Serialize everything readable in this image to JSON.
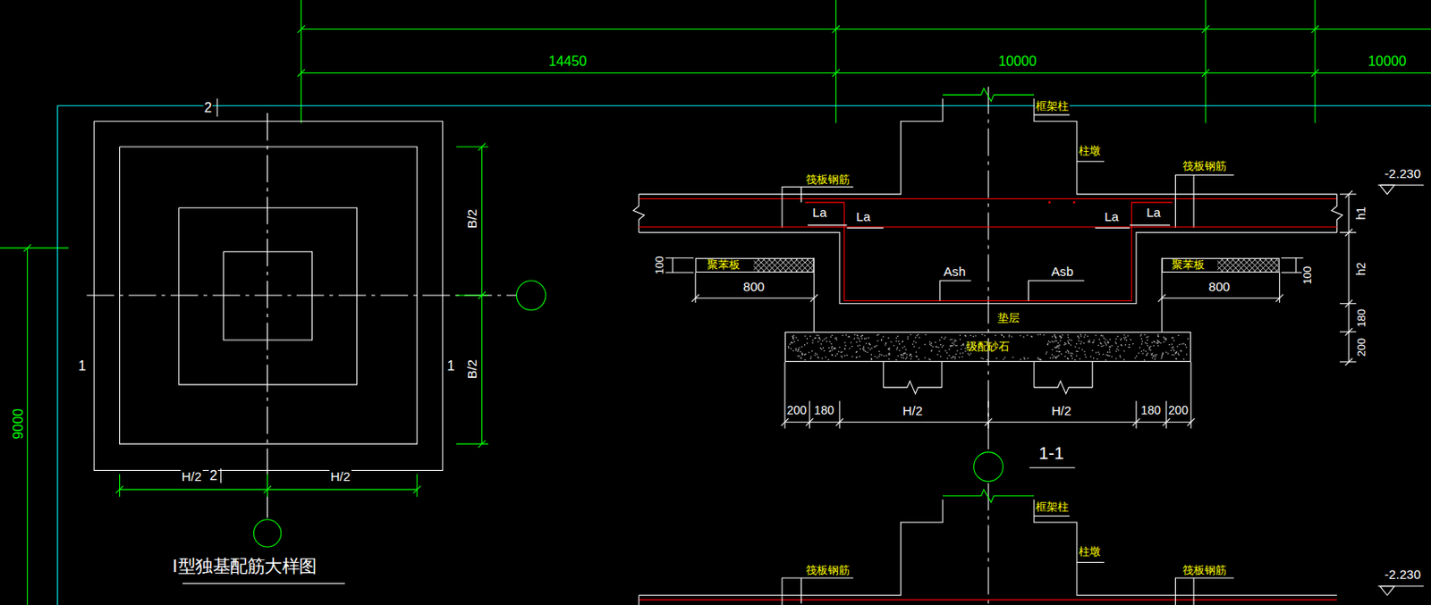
{
  "diagram": {
    "nodes": [
      {
        "text": [
          "聚苯板"
        ]
      },
      {
        "text": [
          "聚苯板"
        ]
      },
      {
        "text": [
          "级配砂石"
        ]
      }
    ],
    "labels": [
      "14450",
      "10000",
      "10000",
      "9000",
      "2",
      "1",
      "1",
      "2",
      "B/2",
      "B/2",
      "H/2",
      "H/2",
      "Ⅰ型独基配筋大样图",
      "框架柱",
      "柱墩",
      "筏板钢筋",
      "筏板钢筋",
      "La",
      "La",
      "La",
      "La",
      "Ash",
      "Asb",
      "100",
      "800",
      "800",
      "100",
      "垫层",
      "-2.230",
      "h1",
      "h2",
      "180",
      "200",
      "200",
      "180",
      "H/2",
      "H/2",
      "180",
      "200",
      "1-1",
      "框架柱",
      "柱墩",
      "筏板钢筋",
      "筏板钢筋",
      "-2.230"
    ]
  }
}
